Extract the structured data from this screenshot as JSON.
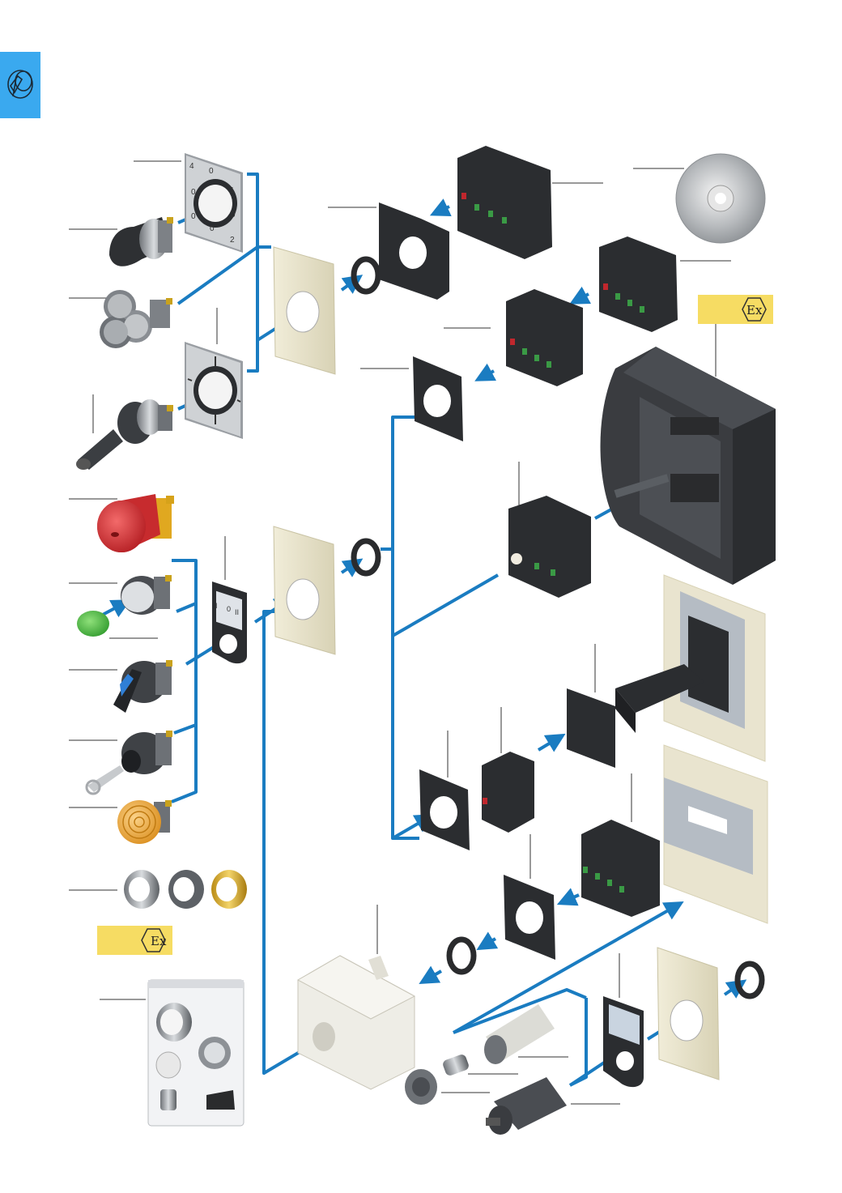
{
  "section_tab": {
    "icon": "selector-switch-icon",
    "color": "#3aa9ef"
  },
  "badges": {
    "ex_symbol": "Ex",
    "color": "#f6dc63"
  },
  "colors": {
    "arrow": "#1a7cc1",
    "plate": "#e9e4cf",
    "block": "#2b2b2d",
    "contact_red": "#c0272d",
    "contact_green": "#3a9a45"
  },
  "legend_plate_text": [
    "I",
    "0",
    "II"
  ],
  "selector_scale_numbers": [
    "4",
    "0",
    "1",
    "0",
    "0",
    "0",
    "0",
    "2"
  ]
}
